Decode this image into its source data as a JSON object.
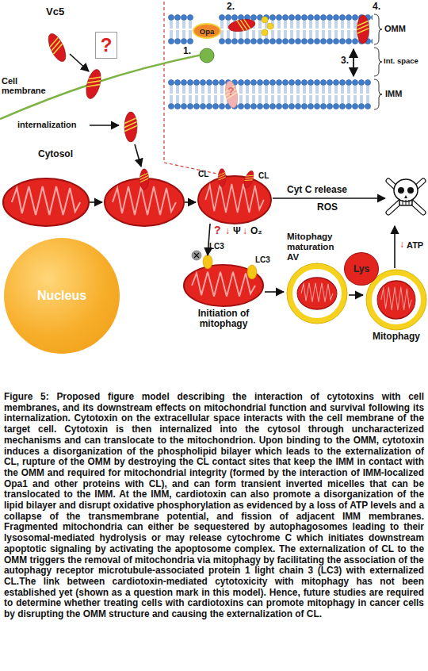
{
  "diagram": {
    "caption": "Figure 5: Proposed figure model describing the interaction of cytotoxins with cell membranes, and its downstream effects on mitochondrial function and survival following its internalization. Cytotoxin on the extracellular space interacts with the cell membrane of the target cell. Cytotoxin is then internalized into the cytosol through uncharacterized mechanisms and can translocate to the mitochondrion. Upon binding to the OMM, cytotoxin induces a disorganization of the phospholipid bilayer which leads to the externalization of CL, rupture of the OMM by destroying the CL contact sites that keep the IMM in contact with the OMM and required for mitochondrial integrity (formed by the interaction of IMM-localized Opa1 and other proteins with CL), and can form transient inverted micelles that can be translocated to the IMM. At the IMM, cardiotoxin can also promote a disorganization of the lipid bilayer and disrupt oxidative phosphorylation as evidenced by a loss of ATP levels and a collapse of the transmembrane potential, and fission of adjacent IMM membranes. Fragmented mitochondria can either be sequestered by autophagosomes leading to their lysosomal-mediated hydrolysis or may release cytochrome C which initiates downstream apoptotic signaling by activating the apoptosome complex. The externalization of CL to the OMM triggers the removal of mitochondria via mitophagy by facilitating the association of the autophagy receptor microtubule-associated protein 1 light chain 3 (LC3) with externalized CL.The link between cardiotoxin-mediated cytotoxicity with mitophagy has not been established yet (shown as a question mark in this model). Hence, future studies are required to determine whether treating cells with cardiotoxins can promote mitophagy in cancer cells by disrupting the OMM structure and causing the externalization of CL.",
    "nodes": [
      {
        "text": [
          "?"
        ]
      },
      {
        "text": [
          "Opa"
        ]
      },
      {
        "text": [
          "Nucleus"
        ]
      },
      {
        "text": [
          "Lys"
        ]
      }
    ],
    "labels": [
      "Vc5",
      "4.",
      "2.",
      "OMM",
      "1.",
      "3.",
      "Int. space",
      "?",
      "IMM",
      "Cell membrane",
      "internalization",
      "Cytosol",
      "CL",
      "CL",
      "Cyt C release",
      "ROS",
      "?",
      "↓",
      "Ψ",
      "↓",
      "O₂",
      "Mitophagy maturation AV",
      "LC3",
      "LC3",
      "↓",
      "ATP",
      "Initiation of mitophagy",
      "Mitophagy"
    ]
  }
}
